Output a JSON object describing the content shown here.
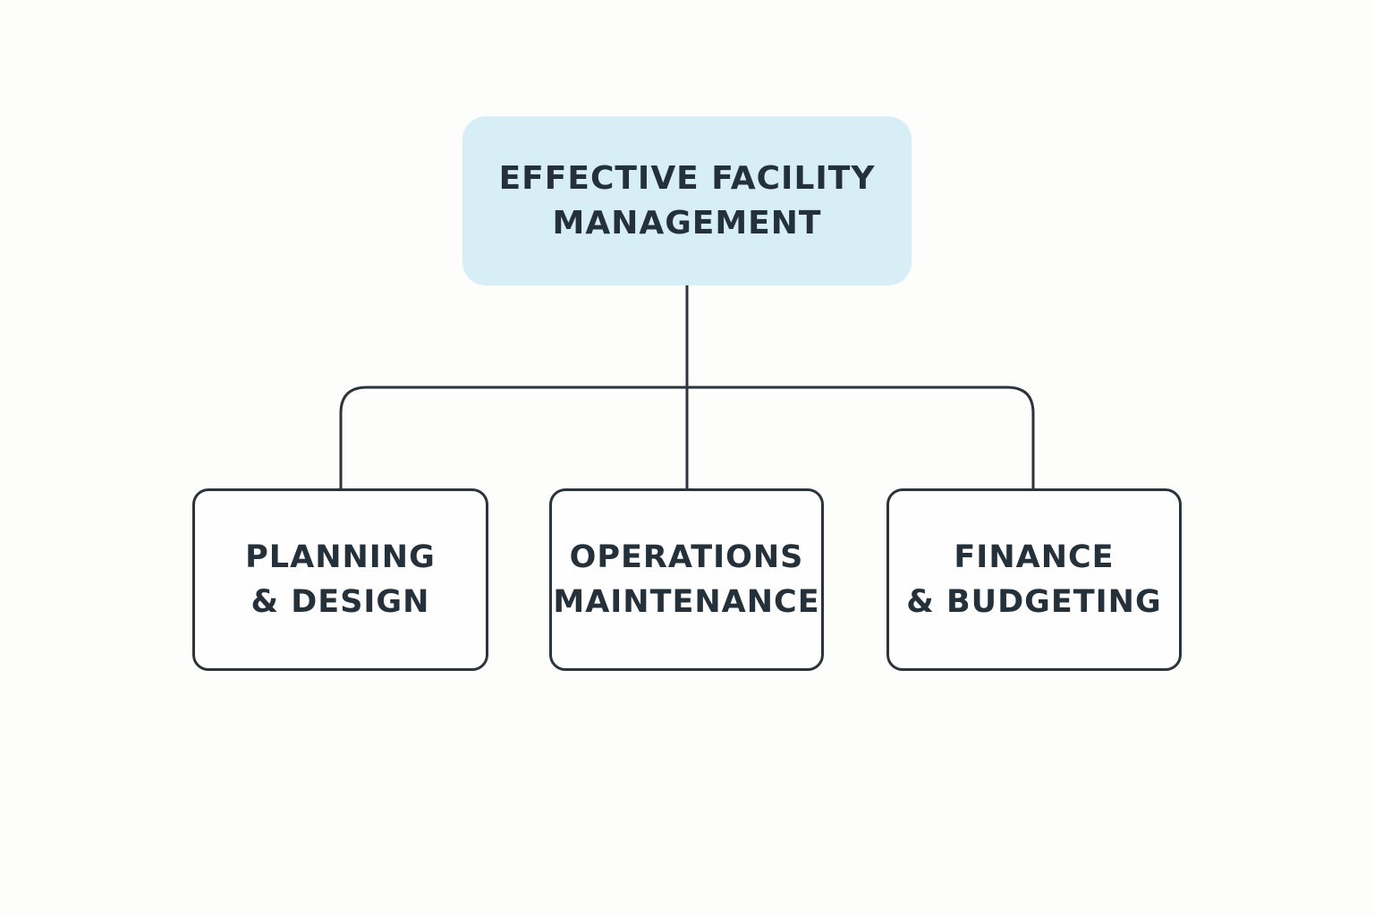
{
  "diagram": {
    "root": {
      "line1": "EFFECTIVE FACILITY",
      "line2": "MANAGEMENT",
      "fill": "#d7eef7"
    },
    "children": [
      {
        "line1": "PLANNING",
        "line2": "& DESIGN"
      },
      {
        "line1": "OPERATIONS",
        "line2": "MAINTENANCE"
      },
      {
        "line1": "FINANCE",
        "line2": "& BUDGETING"
      }
    ],
    "colors": {
      "background": "#fdfdfb",
      "stroke": "#2a343c",
      "text": "#24313b"
    }
  }
}
